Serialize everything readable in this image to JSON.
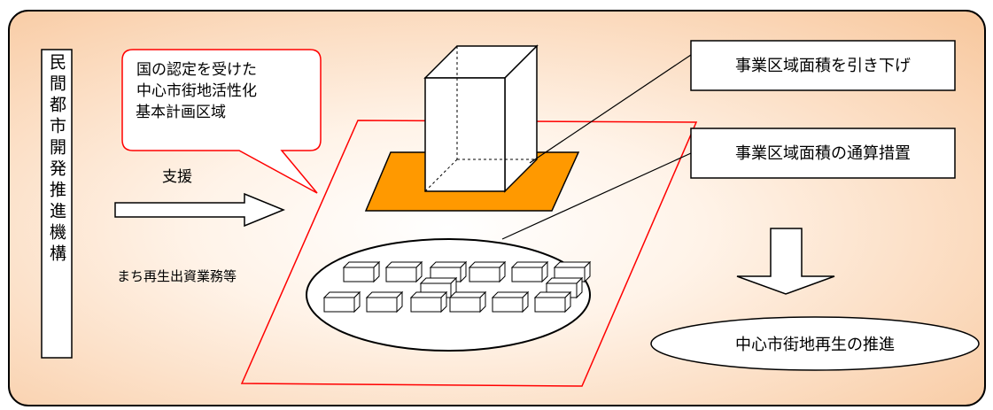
{
  "org_vertical": "民間都市開発推進機構",
  "callout_lines": [
    "国の認定を受けた",
    "中心市街地活性化",
    "基本計画区域"
  ],
  "support_label": "支援",
  "business_label": "まち再生出資業務等",
  "box_reduce": "事業区域面積を引き下げ",
  "box_aggregate": "事業区域面積の通算措置",
  "result_label": "中心市街地再生の推進",
  "colors": {
    "panel_fill_center": "#ffffff",
    "panel_fill_edge": "#f8c9a0",
    "site_orange": "#ff9900",
    "red_outline": "#ff0000"
  }
}
